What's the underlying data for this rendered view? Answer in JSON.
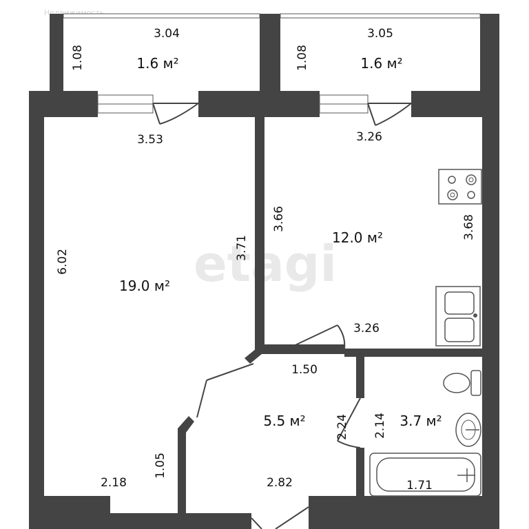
{
  "watermark_top": "Недвижимость",
  "watermark_center": "etagi",
  "rooms": [
    {
      "id": "balcony-left",
      "area": "1.6 м²",
      "width": "3.04",
      "depth": "1.08"
    },
    {
      "id": "balcony-right",
      "area": "1.6 м²",
      "width": "3.05",
      "depth": "1.08"
    },
    {
      "id": "living-room",
      "area": "19.0 м²",
      "top": "3.53",
      "left": "6.02",
      "right": "3.71",
      "bottom": "2.18"
    },
    {
      "id": "kitchen",
      "area": "12.0 м²",
      "top": "3.26",
      "left": "3.66",
      "right": "3.68",
      "bottom": "3.26"
    },
    {
      "id": "hallway",
      "area": "5.5 м²",
      "top": "1.50",
      "left": "1.05",
      "right": "2.24",
      "bottom": "2.82"
    },
    {
      "id": "bathroom",
      "area": "3.7 м²",
      "left": "2.14",
      "bottom": "1.71"
    }
  ],
  "colors": {
    "wall": "#444444",
    "background": "#ffffff"
  }
}
